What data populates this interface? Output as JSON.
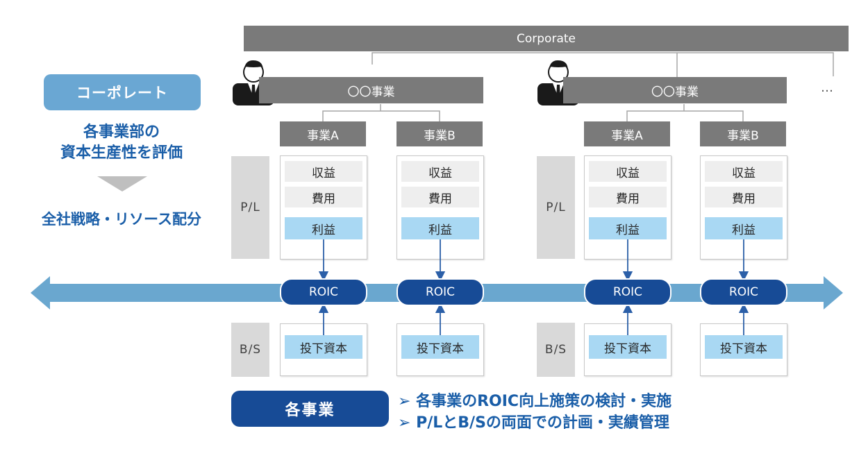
{
  "corporate_bar": "Corporate",
  "left_panel": {
    "badge": "コーポレート",
    "evaluate_line1": "各事業部の",
    "evaluate_line2": "資本生産性を評価",
    "strategy": "全社戦略・リソース配分"
  },
  "divisions": [
    {
      "name": "〇〇事業",
      "pl_label": "P/L",
      "bs_label": "B/S",
      "units": [
        {
          "name": "事業A",
          "revenue": "収益",
          "cost": "費用",
          "profit": "利益",
          "roic": "ROIC",
          "capital": "投下資本"
        },
        {
          "name": "事業B",
          "revenue": "収益",
          "cost": "費用",
          "profit": "利益",
          "roic": "ROIC",
          "capital": "投下資本"
        }
      ]
    },
    {
      "name": "〇〇事業",
      "pl_label": "P/L",
      "bs_label": "B/S",
      "units": [
        {
          "name": "事業A",
          "revenue": "収益",
          "cost": "費用",
          "profit": "利益",
          "roic": "ROIC",
          "capital": "投下資本"
        },
        {
          "name": "事業B",
          "revenue": "収益",
          "cost": "費用",
          "profit": "利益",
          "roic": "ROIC",
          "capital": "投下資本"
        }
      ]
    }
  ],
  "ellipsis": "…",
  "bottom": {
    "badge": "各事業",
    "bullets": [
      "各事業のROIC向上施策の検討・実施",
      "P/LとB/Sの両面での計画・実績管理"
    ]
  },
  "colors": {
    "gray_bar": "#7a7a7a",
    "light_blue": "#a9d8f3",
    "navy": "#174b96",
    "arrow_band": "#6aa7cf",
    "accent_text": "#1a5ea8"
  }
}
